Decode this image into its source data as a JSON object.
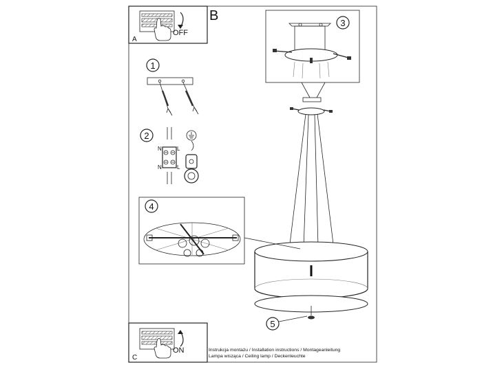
{
  "panels": {
    "a": {
      "letter": "A",
      "switch_label": "OFF"
    },
    "b": {
      "letter": "B"
    },
    "c": {
      "letter": "C",
      "switch_label": "ON"
    }
  },
  "steps": {
    "s1": "1",
    "s2": "2",
    "s3": "3",
    "s4": "4",
    "s5": "5"
  },
  "wiring": {
    "n_label_top": "N",
    "l_label_top": "L",
    "n_label_bottom": "N",
    "l_label_bottom": "L"
  },
  "footer": {
    "line1": "Instrukcja montażu / Installation instructions / Montageanleitung",
    "line2": "Lampa wisząca / Ceiling lamp / Deckenleuchte"
  }
}
